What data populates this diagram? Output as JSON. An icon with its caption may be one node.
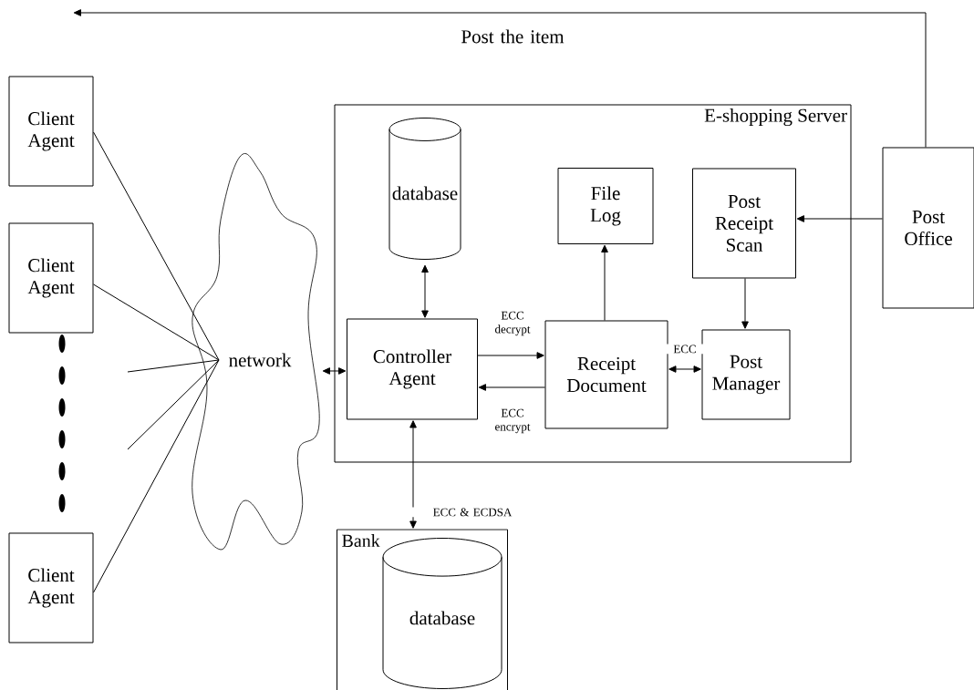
{
  "diagram": {
    "nodes": [
      {
        "text": [
          "Client Agent"
        ]
      },
      {
        "text": [
          "Client Agent"
        ]
      },
      {
        "text": [
          "Client Agent"
        ]
      },
      {
        "text": [
          "network"
        ]
      },
      {
        "text": [
          "E-shopping Server"
        ]
      },
      {
        "text": [
          "database"
        ],
        "in": 4
      },
      {
        "text": [
          "File Log"
        ],
        "in": 4
      },
      {
        "text": [
          "Post Receipt Scan"
        ],
        "in": 4
      },
      {
        "text": [
          "Controller Agent"
        ],
        "in": 4
      },
      {
        "text": [
          "Receipt Document"
        ],
        "in": 4
      },
      {
        "text": [
          "Post Manager"
        ],
        "in": 4
      },
      {
        "text": [
          "Post Office"
        ]
      },
      {
        "text": [
          "Bank"
        ]
      },
      {
        "text": [
          "database"
        ],
        "in": 12
      }
    ],
    "edges": [
      {
        "from": 0,
        "to": 3,
        "arrow": "none"
      },
      {
        "from": 1,
        "to": 3,
        "arrow": "none"
      },
      {
        "from": null,
        "to": 3,
        "arrow": "none"
      },
      {
        "from": null,
        "to": 3,
        "arrow": "none"
      },
      {
        "from": 2,
        "to": 3,
        "arrow": "none"
      },
      {
        "from": 3,
        "to": 8,
        "arrow": "both"
      },
      {
        "from": 5,
        "to": 8,
        "arrow": "both"
      },
      {
        "from": 8,
        "to": 9,
        "arrow": "to",
        "label": "ECC decrypt"
      },
      {
        "from": 9,
        "to": 8,
        "arrow": "to",
        "label": "ECC encrypt"
      },
      {
        "from": 9,
        "to": 6,
        "arrow": "to"
      },
      {
        "from": 7,
        "to": 10,
        "arrow": "to"
      },
      {
        "from": 9,
        "to": 10,
        "arrow": "both",
        "label": "ECC"
      },
      {
        "from": 11,
        "to": 7,
        "arrow": "to"
      },
      {
        "from": 8,
        "to": 12,
        "arrow": "both",
        "label": "ECC & ECDSA"
      },
      {
        "from": 11,
        "to": null,
        "arrow": "to",
        "label": "Post the item"
      }
    ]
  }
}
